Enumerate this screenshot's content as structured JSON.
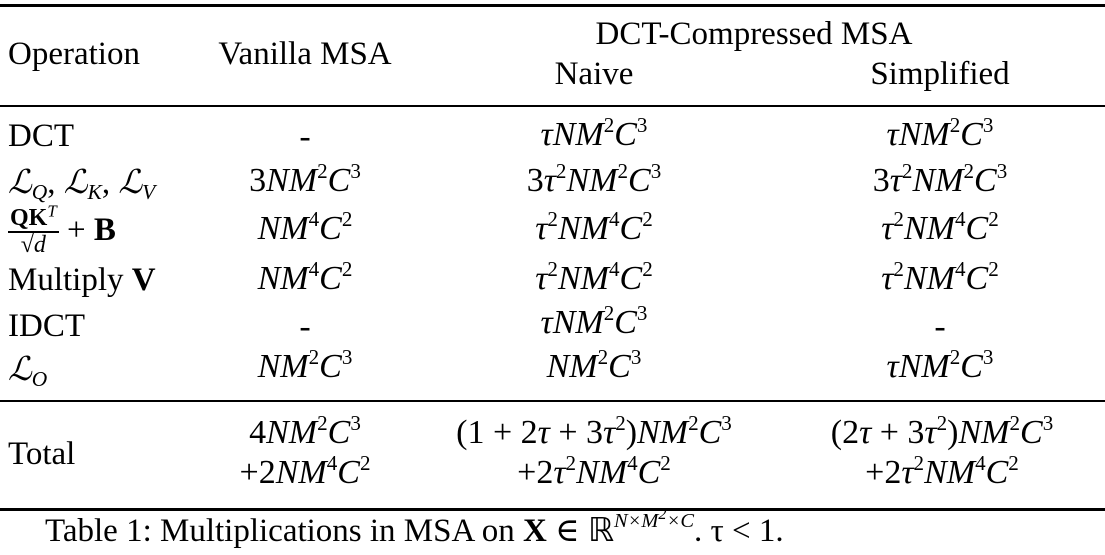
{
  "caption": {
    "label": "Table 1: Multiplications in MSA on",
    "var": "X",
    "in": "∈",
    "set": "ℝ",
    "exp_n": "N",
    "times1": "×",
    "exp_m": "M",
    "exp_m_pow": "2",
    "times2": "×",
    "exp_c": "C",
    "tail": ". τ < 1."
  },
  "header": {
    "operation": "Operation",
    "vanilla": "Vanilla MSA",
    "dct_group": "DCT-Compressed MSA",
    "naive": "Naive",
    "simplified": "Simplified"
  },
  "rows": {
    "dct": {
      "label": "DCT",
      "vanilla": "-"
    },
    "lq": {
      "label_sep1": ", ",
      "label_sep2": ", "
    },
    "qkt": {
      "num": "QK",
      "num_sup": "T",
      "sqrt": "√",
      "den": "d",
      "plus": " + ",
      "bias": "B"
    },
    "multv": {
      "label": "Multiply ",
      "label_bold": "V"
    },
    "idct": {
      "label": "IDCT",
      "vanilla": "-",
      "simplified": "-"
    },
    "lo": {},
    "total": {
      "label": "Total"
    }
  }
}
